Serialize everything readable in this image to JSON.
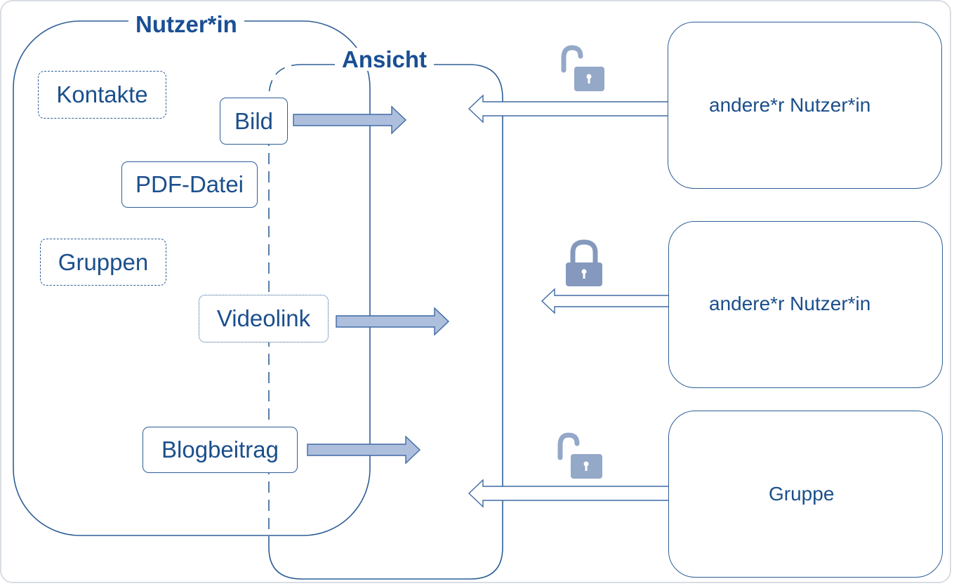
{
  "diagram": {
    "user_section_title": "Nutzer*in",
    "view_section_title": "Ansicht",
    "items": {
      "contacts": "Kontakte",
      "image": "Bild",
      "pdf": "PDF-Datei",
      "groups": "Gruppen",
      "videolink": "Videolink",
      "blogpost": "Blogbeitrag"
    },
    "actors": {
      "other_user_top": "andere*r Nutzer*in",
      "other_user_middle": "andere*r Nutzer*in",
      "group": "Gruppe"
    },
    "locks": {
      "top": "open",
      "middle": "closed",
      "bottom": "open"
    }
  },
  "colors": {
    "primary": "#1b4f8c",
    "border": "#2e5e96",
    "arrow_fill": "#aebfdd",
    "lock": "#94a8c8"
  }
}
